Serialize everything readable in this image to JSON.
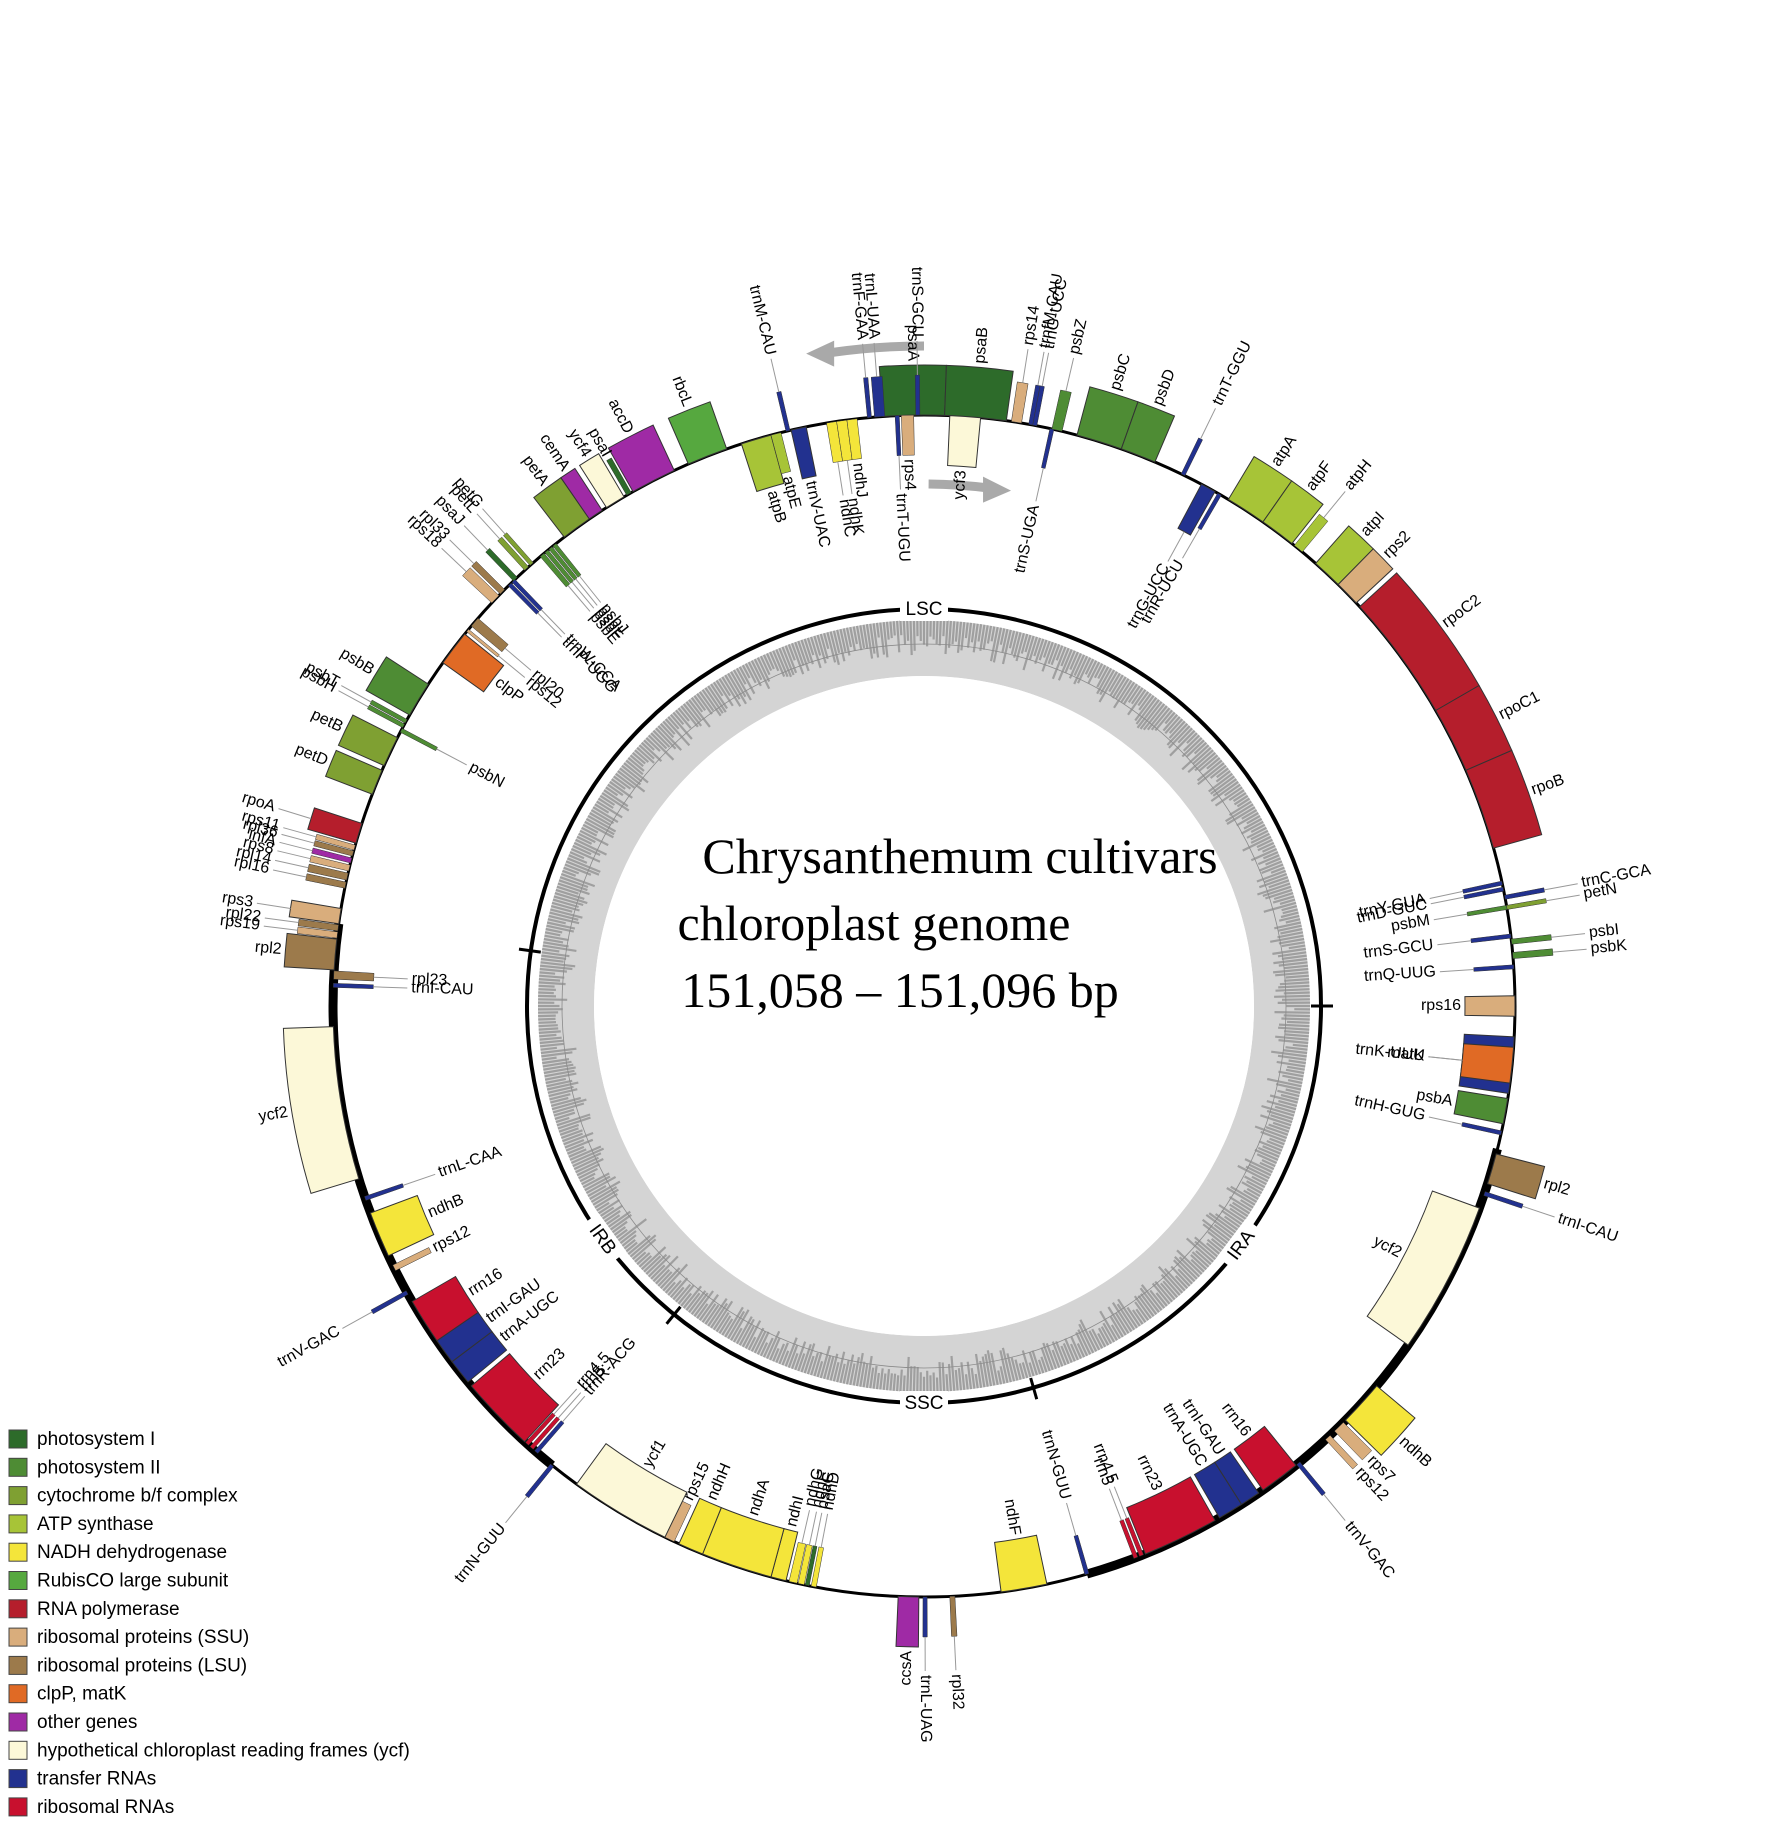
{
  "title_lines": [
    "Chrysanthemum cultivars",
    "chloroplast genome",
    "151,058 – 151,096 bp"
  ],
  "regions": [
    "LSC",
    "IRA",
    "SSC",
    "IRB"
  ],
  "categories": [
    {
      "key": "ps1",
      "label": "photosystem I",
      "color": "#2d6b2a"
    },
    {
      "key": "ps2",
      "label": "photosystem II",
      "color": "#4e8c34"
    },
    {
      "key": "cyt",
      "label": "cytochrome b/f complex",
      "color": "#7fa032"
    },
    {
      "key": "atp",
      "label": "ATP synthase",
      "color": "#a7c437"
    },
    {
      "key": "ndh",
      "label": "NADH dehydrogenase",
      "color": "#f4e53a"
    },
    {
      "key": "rbc",
      "label": "RubisCO large subunit",
      "color": "#56a83f"
    },
    {
      "key": "rpo",
      "label": "RNA polymerase",
      "color": "#b51e2c"
    },
    {
      "key": "ssu",
      "label": "ribosomal proteins (SSU)",
      "color": "#d9ad7c"
    },
    {
      "key": "lsu",
      "label": "ribosomal proteins (LSU)",
      "color": "#9c7a4b"
    },
    {
      "key": "clp",
      "label": "clpP, matK",
      "color": "#e06a25"
    },
    {
      "key": "oth",
      "label": "other genes",
      "color": "#9f2aa5"
    },
    {
      "key": "ycf",
      "label": "hypothetical chloroplast reading frames (ycf)",
      "color": "#fcf8d8"
    },
    {
      "key": "trna",
      "label": "transfer RNAs",
      "color": "#22318f"
    },
    {
      "key": "rrna",
      "label": "ribosomal RNAs",
      "color": "#c8102e"
    }
  ],
  "genes": [
    {
      "name": "psaA",
      "cat": "ps1",
      "s": 356,
      "e": 2,
      "side": "out",
      "lbl": "in"
    },
    {
      "name": "psaB",
      "cat": "ps1",
      "s": 2,
      "e": 8,
      "side": "out",
      "lbl": "in"
    },
    {
      "name": "rps14",
      "cat": "ssu",
      "s": 8.5,
      "e": 9.5,
      "side": "out",
      "lbl": "line"
    },
    {
      "name": "trnfM-CAU",
      "cat": "trna",
      "s": 10.2,
      "e": 10.6,
      "side": "out",
      "lbl": "line"
    },
    {
      "name": "trnS-UGA",
      "cat": "trna",
      "s": 12.3,
      "e": 12.7,
      "side": "in",
      "lbl": "line"
    },
    {
      "name": "trnG-UCC",
      "cat": "trna",
      "s": 10.6,
      "e": 11.0,
      "side": "out",
      "lbl": "line"
    },
    {
      "name": "psbZ",
      "cat": "ps2",
      "s": 12.5,
      "e": 13.5,
      "side": "out",
      "lbl": "line"
    },
    {
      "name": "psbC",
      "cat": "ps2",
      "s": 15,
      "e": 19.5,
      "side": "out",
      "lbl": "in"
    },
    {
      "name": "psbD",
      "cat": "ps2",
      "s": 19.5,
      "e": 23,
      "side": "out",
      "lbl": "in"
    },
    {
      "name": "trnT-GGU",
      "cat": "trna",
      "s": 25.8,
      "e": 26.2,
      "side": "out",
      "lbl": "line"
    },
    {
      "name": "trnG-UCC",
      "cat": "trna",
      "s": 28,
      "e": 29.5,
      "side": "in",
      "lbl": "line"
    },
    {
      "name": "trnR-UCU",
      "cat": "trna",
      "s": 29.8,
      "e": 30.2,
      "side": "in",
      "lbl": "line"
    },
    {
      "name": "atpA",
      "cat": "atp",
      "s": 31,
      "e": 35,
      "side": "out",
      "lbl": "in"
    },
    {
      "name": "atpF",
      "cat": "atp",
      "s": 35,
      "e": 38.5,
      "side": "out",
      "lbl": "in"
    },
    {
      "name": "atpH",
      "cat": "atp",
      "s": 38.8,
      "e": 39.8,
      "side": "out",
      "lbl": "line"
    },
    {
      "name": "atpI",
      "cat": "atp",
      "s": 41.5,
      "e": 44.5,
      "side": "out",
      "lbl": "in"
    },
    {
      "name": "rps2",
      "cat": "ssu",
      "s": 44.5,
      "e": 47,
      "side": "out",
      "lbl": "in"
    },
    {
      "name": "rpoC2",
      "cat": "rpo",
      "s": 47.5,
      "e": 60,
      "side": "out",
      "lbl": "in"
    },
    {
      "name": "rpoC1",
      "cat": "rpo",
      "s": 60,
      "e": 66.5,
      "side": "out",
      "lbl": "in"
    },
    {
      "name": "rpoB",
      "cat": "rpo",
      "s": 66.5,
      "e": 74.5,
      "side": "out",
      "lbl": "in"
    },
    {
      "name": "trnC-GCA",
      "cat": "trna",
      "s": 79.2,
      "e": 79.6,
      "side": "out",
      "lbl": "line"
    },
    {
      "name": "petN",
      "cat": "cyt",
      "s": 80.2,
      "e": 80.6,
      "side": "out",
      "lbl": "line"
    },
    {
      "name": "trnY-GUA",
      "cat": "trna",
      "s": 77.8,
      "e": 78.2,
      "side": "in",
      "lbl": "line"
    },
    {
      "name": "trnD-GUC",
      "cat": "trna",
      "s": 78.4,
      "e": 78.8,
      "side": "in",
      "lbl": "line"
    },
    {
      "name": "psbM",
      "cat": "ps2",
      "s": 80.2,
      "e": 80.6,
      "side": "in",
      "lbl": "line"
    },
    {
      "name": "trnS-GCU",
      "cat": "trna",
      "s": 83,
      "e": 83.4,
      "side": "in",
      "lbl": "line"
    },
    {
      "name": "psbI",
      "cat": "ps2",
      "s": 83.5,
      "e": 84,
      "side": "out",
      "lbl": "line"
    },
    {
      "name": "psbK",
      "cat": "ps2",
      "s": 84.8,
      "e": 85.4,
      "side": "out",
      "lbl": "line"
    },
    {
      "name": "trnQ-UUG",
      "cat": "trna",
      "s": 86,
      "e": 86.4,
      "side": "in",
      "lbl": "line"
    },
    {
      "name": "rps16",
      "cat": "ssu",
      "s": 89,
      "e": 91,
      "side": "in",
      "lbl": "in"
    },
    {
      "name": "trnK-UUU",
      "cat": "trna",
      "s": 93,
      "e": 98.5,
      "side": "in",
      "lbl": "line"
    },
    {
      "name": "matK",
      "cat": "clp",
      "s": 94,
      "e": 97.5,
      "side": "in",
      "lbl": "line"
    },
    {
      "name": "psbA",
      "cat": "ps2",
      "s": 99,
      "e": 101.5,
      "side": "in",
      "lbl": "in"
    },
    {
      "name": "trnH-GUG",
      "cat": "trna",
      "s": 102.2,
      "e": 102.6,
      "side": "in",
      "lbl": "line"
    },
    {
      "name": "rpl2",
      "cat": "lsu",
      "s": 104.5,
      "e": 107.5,
      "side": "out",
      "lbl": "in"
    },
    {
      "name": "trnI-CAU",
      "cat": "trna",
      "s": 108.3,
      "e": 108.7,
      "side": "out",
      "lbl": "line"
    },
    {
      "name": "ycf2",
      "cat": "ycf",
      "s": 110,
      "e": 125,
      "side": "in",
      "lbl": "in"
    },
    {
      "name": "ndhB",
      "cat": "ndh",
      "s": 130,
      "e": 134.5,
      "side": "out",
      "lbl": "in"
    },
    {
      "name": "rps7",
      "cat": "ssu",
      "s": 134.8,
      "e": 136,
      "side": "out",
      "lbl": "in"
    },
    {
      "name": "rps12",
      "cat": "ssu",
      "s": 136.6,
      "e": 137.2,
      "side": "out",
      "lbl": "in"
    },
    {
      "name": "trnV-GAC",
      "cat": "trna",
      "s": 140.5,
      "e": 140.9,
      "side": "out",
      "lbl": "line"
    },
    {
      "name": "rrn16",
      "cat": "rrna",
      "s": 141,
      "e": 145,
      "side": "in",
      "lbl": "in"
    },
    {
      "name": "trnI-GAU",
      "cat": "trna",
      "s": 145.5,
      "e": 147.5,
      "side": "in",
      "lbl": "in"
    },
    {
      "name": "trnA-UGC",
      "cat": "trna",
      "s": 147.5,
      "e": 150,
      "side": "in",
      "lbl": "in"
    },
    {
      "name": "rrn23",
      "cat": "rrna",
      "s": 150.5,
      "e": 158,
      "side": "in",
      "lbl": "in"
    },
    {
      "name": "rrn4.5",
      "cat": "rrna",
      "s": 158.2,
      "e": 158.6,
      "side": "in",
      "lbl": "line"
    },
    {
      "name": "rrn5",
      "cat": "rrna",
      "s": 158.8,
      "e": 159.2,
      "side": "in",
      "lbl": "line"
    },
    {
      "name": "trnN-GUU",
      "cat": "trna",
      "s": 163.8,
      "e": 164.2,
      "side": "in",
      "lbl": "line"
    },
    {
      "name": "ndhF",
      "cat": "ndh",
      "s": 168,
      "e": 172.5,
      "side": "in",
      "lbl": "in"
    },
    {
      "name": "rpl32",
      "cat": "lsu",
      "s": 177,
      "e": 177.5,
      "side": "out",
      "lbl": "line"
    },
    {
      "name": "trnL-UAG",
      "cat": "trna",
      "s": 179.7,
      "e": 180.1,
      "side": "out",
      "lbl": "line"
    },
    {
      "name": "ccsA",
      "cat": "oth",
      "s": 180.5,
      "e": 182.5,
      "side": "out",
      "lbl": "in"
    },
    {
      "name": "ndhD",
      "cat": "ndh",
      "s": 190.5,
      "e": 191,
      "side": "in",
      "lbl": "line"
    },
    {
      "name": "psaC",
      "cat": "ps1",
      "s": 191.2,
      "e": 191.6,
      "side": "in",
      "lbl": "line"
    },
    {
      "name": "ndhE",
      "cat": "ndh",
      "s": 191.7,
      "e": 192.3,
      "side": "in",
      "lbl": "line"
    },
    {
      "name": "ndhG",
      "cat": "ndh",
      "s": 192.4,
      "e": 193.2,
      "side": "in",
      "lbl": "line"
    },
    {
      "name": "ndhI",
      "cat": "ndh",
      "s": 193.5,
      "e": 195,
      "side": "in",
      "lbl": "in"
    },
    {
      "name": "ndhA",
      "cat": "ndh",
      "s": 195,
      "e": 202,
      "side": "in",
      "lbl": "in"
    },
    {
      "name": "ndhH",
      "cat": "ndh",
      "s": 202,
      "e": 204.5,
      "side": "in",
      "lbl": "in"
    },
    {
      "name": "rps15",
      "cat": "ssu",
      "s": 205,
      "e": 206,
      "side": "in",
      "lbl": "in"
    },
    {
      "name": "ycf1",
      "cat": "ycf",
      "s": 206,
      "e": 216,
      "side": "in",
      "lbl": "in"
    },
    {
      "name": "trnN-GUU",
      "cat": "trna",
      "s": 218.8,
      "e": 219.2,
      "side": "out",
      "lbl": "line"
    },
    {
      "name": "trnR-ACG",
      "cat": "trna",
      "s": 220.8,
      "e": 221.2,
      "side": "in",
      "lbl": "line"
    },
    {
      "name": "rrn5",
      "cat": "rrna",
      "s": 221.4,
      "e": 221.8,
      "side": "in",
      "lbl": "line"
    },
    {
      "name": "rrn4.5",
      "cat": "rrna",
      "s": 222,
      "e": 222.4,
      "side": "in",
      "lbl": "line"
    },
    {
      "name": "rrn23",
      "cat": "rrna",
      "s": 222.5,
      "e": 230,
      "side": "in",
      "lbl": "in"
    },
    {
      "name": "trnA-UGC",
      "cat": "trna",
      "s": 230.5,
      "e": 233,
      "side": "in",
      "lbl": "in"
    },
    {
      "name": "trnI-GAU",
      "cat": "trna",
      "s": 233,
      "e": 235.5,
      "side": "in",
      "lbl": "in"
    },
    {
      "name": "rrn16",
      "cat": "rrna",
      "s": 235.5,
      "e": 240,
      "side": "in",
      "lbl": "in"
    },
    {
      "name": "trnV-GAC",
      "cat": "trna",
      "s": 240.8,
      "e": 241.2,
      "side": "out",
      "lbl": "line"
    },
    {
      "name": "rps12",
      "cat": "ssu",
      "s": 243.4,
      "e": 244,
      "side": "in",
      "lbl": "in"
    },
    {
      "name": "ndhB",
      "cat": "ndh",
      "s": 245,
      "e": 249.5,
      "side": "in",
      "lbl": "in"
    },
    {
      "name": "trnL-CAA",
      "cat": "trna",
      "s": 250.8,
      "e": 251.2,
      "side": "in",
      "lbl": "line"
    },
    {
      "name": "ycf2",
      "cat": "ycf",
      "s": 253,
      "e": 268,
      "side": "out",
      "lbl": "in"
    },
    {
      "name": "trnI-CAU",
      "cat": "trna",
      "s": 271.8,
      "e": 272.2,
      "side": "in",
      "lbl": "line"
    },
    {
      "name": "rpl23",
      "cat": "lsu",
      "s": 272.6,
      "e": 273.4,
      "side": "in",
      "lbl": "line"
    },
    {
      "name": "rpl2",
      "cat": "lsu",
      "s": 273.5,
      "e": 276.5,
      "side": "out",
      "lbl": "in"
    },
    {
      "name": "rps19",
      "cat": "ssu",
      "s": 276.6,
      "e": 277.2,
      "side": "out",
      "lbl": "line"
    },
    {
      "name": "rpl22",
      "cat": "lsu",
      "s": 277.3,
      "e": 277.9,
      "side": "out",
      "lbl": "line"
    },
    {
      "name": "rps3",
      "cat": "ssu",
      "s": 278,
      "e": 279.5,
      "side": "out",
      "lbl": "line"
    },
    {
      "name": "rpl16",
      "cat": "lsu",
      "s": 281.5,
      "e": 282.1,
      "side": "out",
      "lbl": "line"
    },
    {
      "name": "rpl14",
      "cat": "lsu",
      "s": 282.3,
      "e": 283,
      "side": "out",
      "lbl": "line"
    },
    {
      "name": "rps8",
      "cat": "ssu",
      "s": 283.2,
      "e": 283.8,
      "side": "out",
      "lbl": "line"
    },
    {
      "name": "infA",
      "cat": "oth",
      "s": 284,
      "e": 284.5,
      "side": "out",
      "lbl": "line"
    },
    {
      "name": "rpl36",
      "cat": "lsu",
      "s": 284.7,
      "e": 285.2,
      "side": "out",
      "lbl": "line"
    },
    {
      "name": "rps11",
      "cat": "ssu",
      "s": 285.3,
      "e": 285.8,
      "side": "out",
      "lbl": "line"
    },
    {
      "name": "rpoA",
      "cat": "rpo",
      "s": 286,
      "e": 288,
      "side": "out",
      "lbl": "line"
    },
    {
      "name": "petD",
      "cat": "cyt",
      "s": 291,
      "e": 293.5,
      "side": "out",
      "lbl": "in"
    },
    {
      "name": "petB",
      "cat": "cyt",
      "s": 294,
      "e": 297,
      "side": "out",
      "lbl": "in"
    },
    {
      "name": "psbN",
      "cat": "ps2",
      "s": 297.6,
      "e": 298,
      "side": "in",
      "lbl": "line"
    },
    {
      "name": "psbH",
      "cat": "ps2",
      "s": 298.1,
      "e": 298.5,
      "side": "out",
      "lbl": "line"
    },
    {
      "name": "psbT",
      "cat": "ps2",
      "s": 298.6,
      "e": 299,
      "side": "out",
      "lbl": "line"
    },
    {
      "name": "psbB",
      "cat": "ps2",
      "s": 299.5,
      "e": 303,
      "side": "out",
      "lbl": "in"
    },
    {
      "name": "clpP",
      "cat": "clp",
      "s": 305.5,
      "e": 309,
      "side": "in",
      "lbl": "in"
    },
    {
      "name": "rps12",
      "cat": "ssu",
      "s": 309.3,
      "e": 309.6,
      "side": "in",
      "lbl": "line"
    },
    {
      "name": "rpl20",
      "cat": "lsu",
      "s": 310,
      "e": 311,
      "side": "in",
      "lbl": "line"
    },
    {
      "name": "rps18",
      "cat": "ssu",
      "s": 313,
      "e": 314,
      "side": "out",
      "lbl": "line"
    },
    {
      "name": "rpl33",
      "cat": "lsu",
      "s": 314.2,
      "e": 314.8,
      "side": "out",
      "lbl": "line"
    },
    {
      "name": "trnP-UGG",
      "cat": "trna",
      "s": 315.3,
      "e": 315.7,
      "side": "in",
      "lbl": "line"
    },
    {
      "name": "trnW-CCA",
      "cat": "trna",
      "s": 315.8,
      "e": 316.2,
      "side": "in",
      "lbl": "line"
    },
    {
      "name": "psaJ",
      "cat": "ps1",
      "s": 316,
      "e": 316.5,
      "side": "out",
      "lbl": "line"
    },
    {
      "name": "petL",
      "cat": "cyt",
      "s": 317.5,
      "e": 318,
      "side": "out",
      "lbl": "line"
    },
    {
      "name": "petG",
      "cat": "cyt",
      "s": 318.2,
      "e": 318.6,
      "side": "out",
      "lbl": "line"
    },
    {
      "name": "psbE",
      "cat": "ps2",
      "s": 319.5,
      "e": 320,
      "side": "in",
      "lbl": "line"
    },
    {
      "name": "psbF",
      "cat": "ps2",
      "s": 320.1,
      "e": 320.5,
      "side": "in",
      "lbl": "line"
    },
    {
      "name": "psbL",
      "cat": "ps2",
      "s": 320.6,
      "e": 321,
      "side": "in",
      "lbl": "line"
    },
    {
      "name": "psbJ",
      "cat": "ps2",
      "s": 321.1,
      "e": 321.5,
      "side": "in",
      "lbl": "line"
    },
    {
      "name": "petA",
      "cat": "cyt",
      "s": 322.5,
      "e": 325.5,
      "side": "out",
      "lbl": "in"
    },
    {
      "name": "cemA",
      "cat": "oth",
      "s": 325.5,
      "e": 327,
      "side": "out",
      "lbl": "in"
    },
    {
      "name": "ycf4",
      "cat": "ycf",
      "s": 327.5,
      "e": 329.5,
      "side": "out",
      "lbl": "in"
    },
    {
      "name": "psaI",
      "cat": "ps1",
      "s": 329.8,
      "e": 330.3,
      "side": "out",
      "lbl": "in"
    },
    {
      "name": "accD",
      "cat": "oth",
      "s": 330.5,
      "e": 335,
      "side": "out",
      "lbl": "in"
    },
    {
      "name": "rbcL",
      "cat": "rbc",
      "s": 336.5,
      "e": 340.5,
      "side": "out",
      "lbl": "in"
    },
    {
      "name": "atpB",
      "cat": "atp",
      "s": 342,
      "e": 345,
      "side": "in",
      "lbl": "in"
    },
    {
      "name": "atpE",
      "cat": "atp",
      "s": 345,
      "e": 346,
      "side": "in",
      "lbl": "in"
    },
    {
      "name": "trnM-CAU",
      "cat": "trna",
      "s": 346.5,
      "e": 346.9,
      "side": "out",
      "lbl": "line"
    },
    {
      "name": "trnV-UAC",
      "cat": "trna",
      "s": 347,
      "e": 348.5,
      "side": "in",
      "lbl": "in"
    },
    {
      "name": "ndhC",
      "cat": "ndh",
      "s": 350.5,
      "e": 351.5,
      "side": "in",
      "lbl": "line"
    },
    {
      "name": "ndhK",
      "cat": "ndh",
      "s": 351.5,
      "e": 352.5,
      "side": "in",
      "lbl": "line"
    },
    {
      "name": "ndhJ",
      "cat": "ndh",
      "s": 352.5,
      "e": 353.5,
      "side": "in",
      "lbl": "in"
    },
    {
      "name": "trnF-GAA",
      "cat": "trna",
      "s": 354.5,
      "e": 354.9,
      "side": "out",
      "lbl": "line"
    },
    {
      "name": "trnL-UAA",
      "cat": "trna",
      "s": 355.2,
      "e": 356.2,
      "side": "out",
      "lbl": "line"
    },
    {
      "name": "trnT-UGU",
      "cat": "trna",
      "s": 357.2,
      "e": 357.6,
      "side": "in",
      "lbl": "line"
    },
    {
      "name": "rps4",
      "cat": "ssu",
      "s": 357.8,
      "e": 359,
      "side": "in",
      "lbl": "in"
    },
    {
      "name": "trnS-GCU",
      "cat": "trna",
      "s": 359.2,
      "e": 359.6,
      "side": "out",
      "lbl": "line"
    },
    {
      "name": "ycf3",
      "cat": "ycf",
      "s": 2.5,
      "e": 5.5,
      "side": "in",
      "lbl": "in"
    }
  ]
}
